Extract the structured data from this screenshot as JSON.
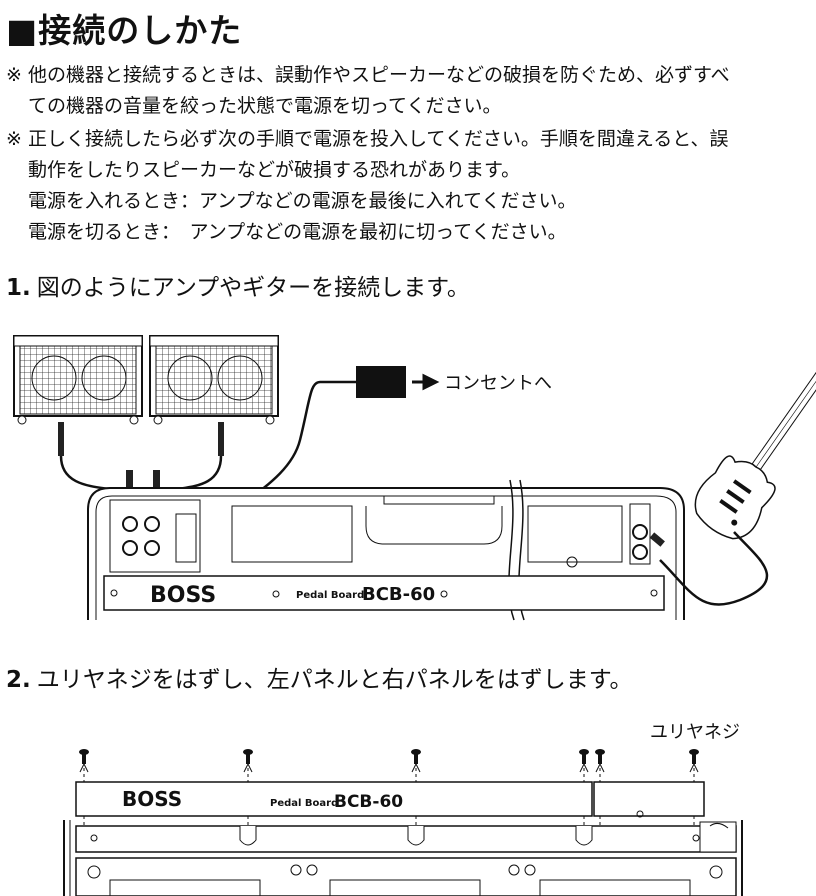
{
  "heading": {
    "mark": "■",
    "text": "接続のしかた"
  },
  "notes": [
    {
      "mark": "※",
      "lines": [
        "他の機器と接続するときは、誤動作やスピーカーなどの破損を防ぐため、必ずすべ",
        "ての機器の音量を絞った状態で電源を切ってください。"
      ]
    },
    {
      "mark": "※",
      "lines": [
        "正しく接続したら必ず次の手順で電源を投入してください。手順を間違えると、誤",
        "動作をしたりスピーカーなどが破損する恐れがあります。",
        "電源を入れるとき：アンプなどの電源を最後に入れてください。",
        "電源を切るとき：　アンプなどの電源を最初に切ってください。"
      ]
    }
  ],
  "steps": [
    {
      "num": "1.",
      "text": "図のようにアンプやギターを接続します。"
    },
    {
      "num": "2.",
      "text": "ユリヤネジをはずし、左パネルと右パネルをはずします。"
    }
  ],
  "figure1": {
    "outlet_label": "コンセントへ",
    "brand": "BOSS",
    "product_prefix": "Pedal Board",
    "model": "BCB-60"
  },
  "figure2": {
    "screw_label": "ユリヤネジ",
    "brand": "BOSS",
    "product_prefix": "Pedal Board",
    "model": "BCB-60"
  }
}
